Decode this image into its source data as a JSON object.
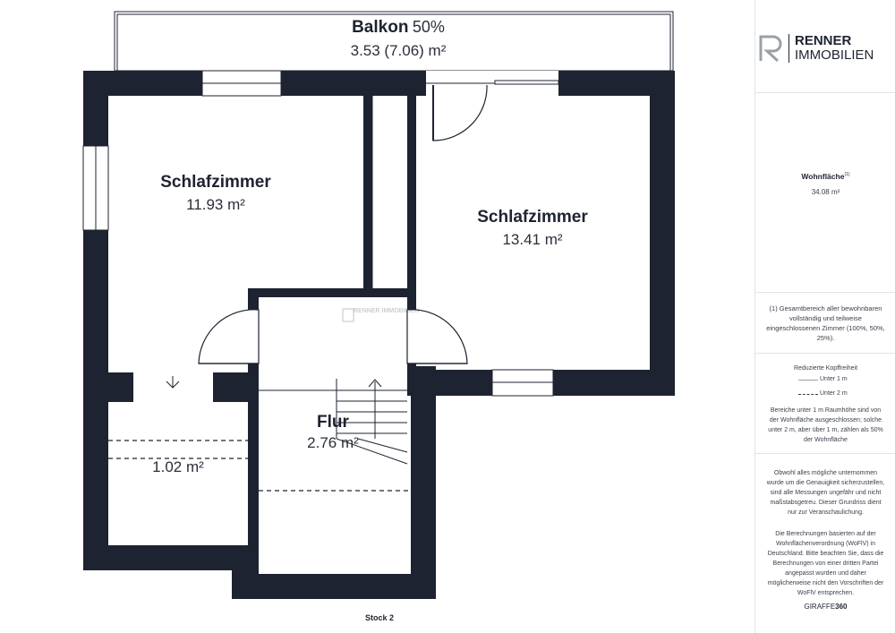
{
  "rooms": {
    "balkon": {
      "name": "Balkon",
      "percent": "50%",
      "area": "3.53 (7.06) m²"
    },
    "schlafzimmer_1": {
      "name": "Schlafzimmer",
      "area": "11.93 m²"
    },
    "schlafzimmer_2": {
      "name": "Schlafzimmer",
      "area": "13.41 m²"
    },
    "flur": {
      "name": "Flur",
      "area": "2.76 m²"
    },
    "abstell": {
      "area": "1.02 m²"
    }
  },
  "floor_label": "Stock 2",
  "watermark": "RENNER IMMOBILIEN",
  "sidebar": {
    "logo_line1": "RENNER",
    "logo_line2": "IMMOBILIEN",
    "wohnflaeche_label": "Wohnfläche",
    "wohnflaeche_sup": "(1)",
    "wohnflaeche_value": "34.08 m²",
    "footnote": "(1) Gesamtbereich aller bewohnbaren vollständig und teilweise eingeschlossenen Zimmer (100%, 50%, 25%).",
    "kopf_title": "Reduzierte Kopffreiheit",
    "kopf_unter1": "Unter 1 m",
    "kopf_unter2": "Unter 2 m",
    "kopf_text": "Bereiche unter 1 m Raumhöhe sind von der Wohnfläche ausgeschlossen; solche unter 2 m, aber über 1 m, zählen als 50% der Wohnfläche",
    "disclaimer1": "Obwohl alles mögliche unternommen wurde um die Genauigkeit sicherzustellen, sind alle Messungen ungefähr und nicht maßstabsgetreu. Dieser Grundriss dient nur zur Veranschaulichung.",
    "disclaimer2": "Die Berechnungen basierten auf der Wohnflächenverordnung (WoFlV) in Deutschland. Bitte beachten Sie, dass die Berechnungen von einer dritten Partei angepasst wurden und daher möglicherweise nicht den Vorschriften der WoFlV entsprechen.",
    "brand_a": "GIRAFFE",
    "brand_b": "360"
  },
  "colors": {
    "wall": "#1d2330",
    "accent": "#1d2330",
    "sidebar_border": "#e3e3e3"
  }
}
